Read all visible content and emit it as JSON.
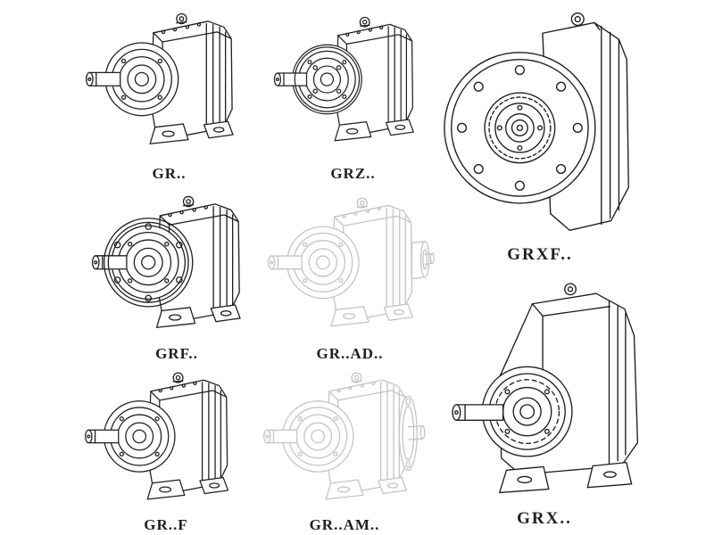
{
  "page": {
    "background": "#ffffff",
    "ink_color": "#1f1f1f",
    "ghost_color": "#c3c3c3"
  },
  "figures": [
    {
      "id": "gr",
      "label": "GR..",
      "variant": "foot-mounted-reducer",
      "render": "solid"
    },
    {
      "id": "grz",
      "label": "GRZ..",
      "variant": "foot-mounted-reducer-z",
      "render": "solid"
    },
    {
      "id": "grxf",
      "label": "GRXF..",
      "variant": "large-flange-face-reducer",
      "render": "solid"
    },
    {
      "id": "grf",
      "label": "GRF..",
      "variant": "flange-mounted-reducer",
      "render": "solid"
    },
    {
      "id": "gr_ad",
      "label": "GR..AD..",
      "variant": "reducer-with-input-adapter",
      "render": "ghost"
    },
    {
      "id": "gr_f",
      "label": "GR..F",
      "variant": "foot-mounted-reducer",
      "render": "solid"
    },
    {
      "id": "gr_am",
      "label": "GR..AM..",
      "variant": "reducer-with-output-flange",
      "render": "ghost"
    },
    {
      "id": "grx",
      "label": "GRX..",
      "variant": "large-foot-mounted-reducer",
      "render": "solid"
    }
  ]
}
